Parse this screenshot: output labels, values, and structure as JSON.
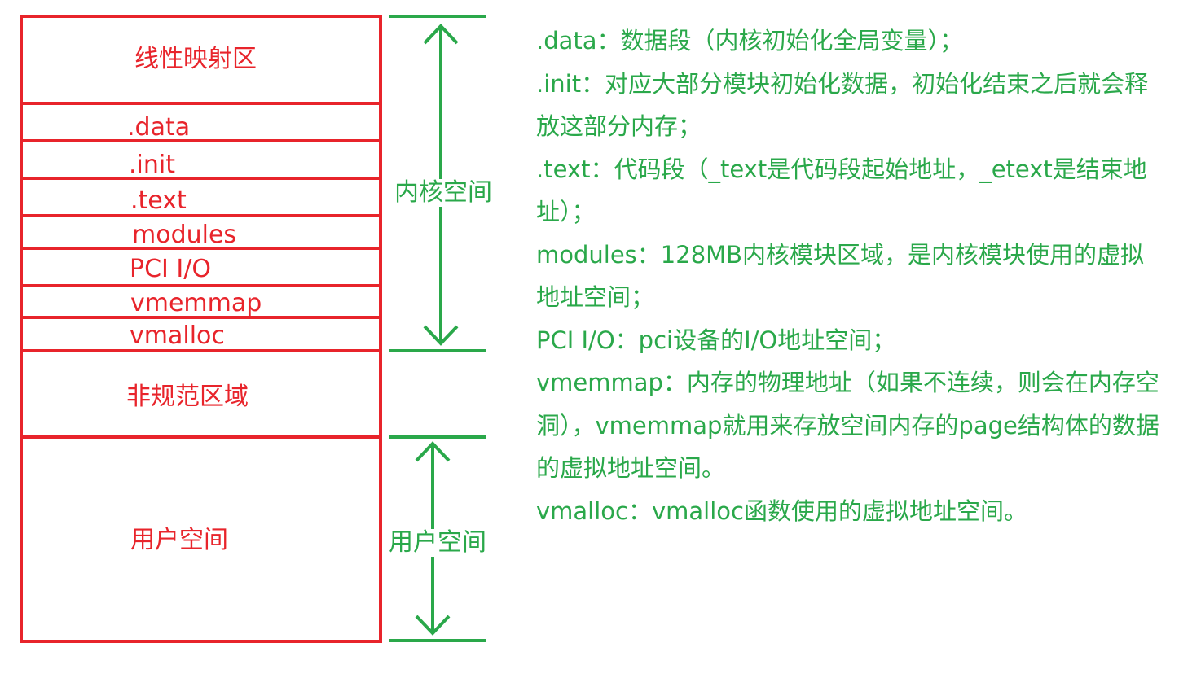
{
  "colors": {
    "box_stroke": "#e8242b",
    "box_text": "#e8242b",
    "annotation": "#2aa84a"
  },
  "layout_stack": {
    "segments": [
      {
        "label": "线性映射区"
      },
      {
        "label": ".data"
      },
      {
        "label": ".init"
      },
      {
        "label": ".text"
      },
      {
        "label": "modules"
      },
      {
        "label": "PCI I/O"
      },
      {
        "label": "vmemmap"
      },
      {
        "label": "vmalloc"
      },
      {
        "label": "非规范区域"
      },
      {
        "label": "用户空间"
      }
    ]
  },
  "annotations": {
    "kernel_space": "内核空间",
    "user_space": "用户空间"
  },
  "descriptions": [
    ".data：数据段（内核初始化全局变量）；",
    ".init：对应大部分模块初始化数据，初始化结束之后就会释放这部分内存；",
    ".text：代码段（_text是代码段起始地址，_etext是结束地址）；",
    "modules：128MB内核模块区域，是内核模块使用的虚拟地址空间；",
    "PCI I/O：pci设备的I/O地址空间；",
    "vmemmap：内存的物理地址（如果不连续，则会在内存空洞），vmemmap就用来存放空间内存的page结构体的数据的虚拟地址空间。",
    "vmalloc：vmalloc函数使用的虚拟地址空间。"
  ]
}
